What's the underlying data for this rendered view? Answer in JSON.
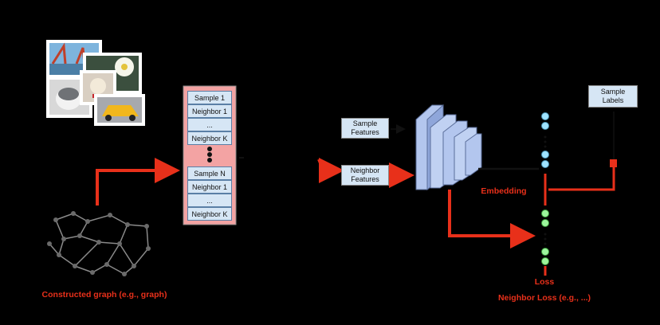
{
  "batch_panel": {
    "items": [
      {
        "label": "Sample 1"
      },
      {
        "label": "Neighbor 1"
      },
      {
        "label": "..."
      },
      {
        "label": "Neighbor K"
      },
      {
        "label": "Sample N"
      },
      {
        "label": "Neighbor 1"
      },
      {
        "label": "..."
      },
      {
        "label": "Neighbor K"
      }
    ]
  },
  "inputs": {
    "sample_features": "Sample\nFeatures",
    "neighbor_features": "Neighbor\nFeatures",
    "sample_labels": "Sample\nLabels"
  },
  "bottom_labels": {
    "left": "Constructed graph (e.g., graph)",
    "right": "Neighbor Loss (e.g., ...)",
    "mid_right": "Loss",
    "embedding": "Embedding"
  },
  "colors": {
    "accent_red": "#e8301a",
    "cell_fill": "#d6e6f5",
    "panel_fill": "#f3a3a3",
    "node_cyan": "#9fe3ff",
    "node_green": "#9cf59c",
    "network_blue": "#b3c6ee"
  }
}
